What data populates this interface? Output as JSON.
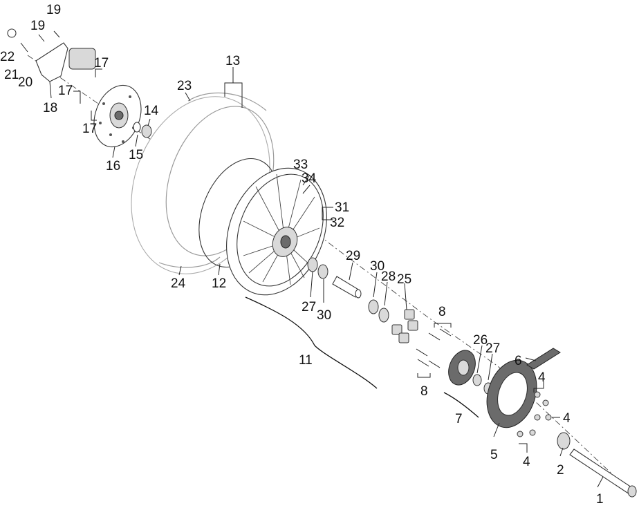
{
  "diagram": {
    "labels": {
      "l1": "1",
      "l2": "2",
      "l4a": "4",
      "l4b": "4",
      "l4c": "4",
      "l5": "5",
      "l6": "6",
      "l7": "7",
      "l8a": "8",
      "l8b": "8",
      "l11": "11",
      "l12": "12",
      "l13": "13",
      "l14": "14",
      "l15": "15",
      "l16": "16",
      "l17a": "17",
      "l17b": "17",
      "l17c": "17",
      "l18": "18",
      "l19a": "19",
      "l19b": "19",
      "l20": "20",
      "l21": "21",
      "l22": "22",
      "l23": "23",
      "l24": "24",
      "l25": "25",
      "l26": "26",
      "l27a": "27",
      "l27b": "27",
      "l28": "28",
      "l29": "29",
      "l30a": "30",
      "l30b": "30",
      "l31": "31",
      "l32": "32",
      "l33": "33",
      "l34": "34"
    }
  }
}
